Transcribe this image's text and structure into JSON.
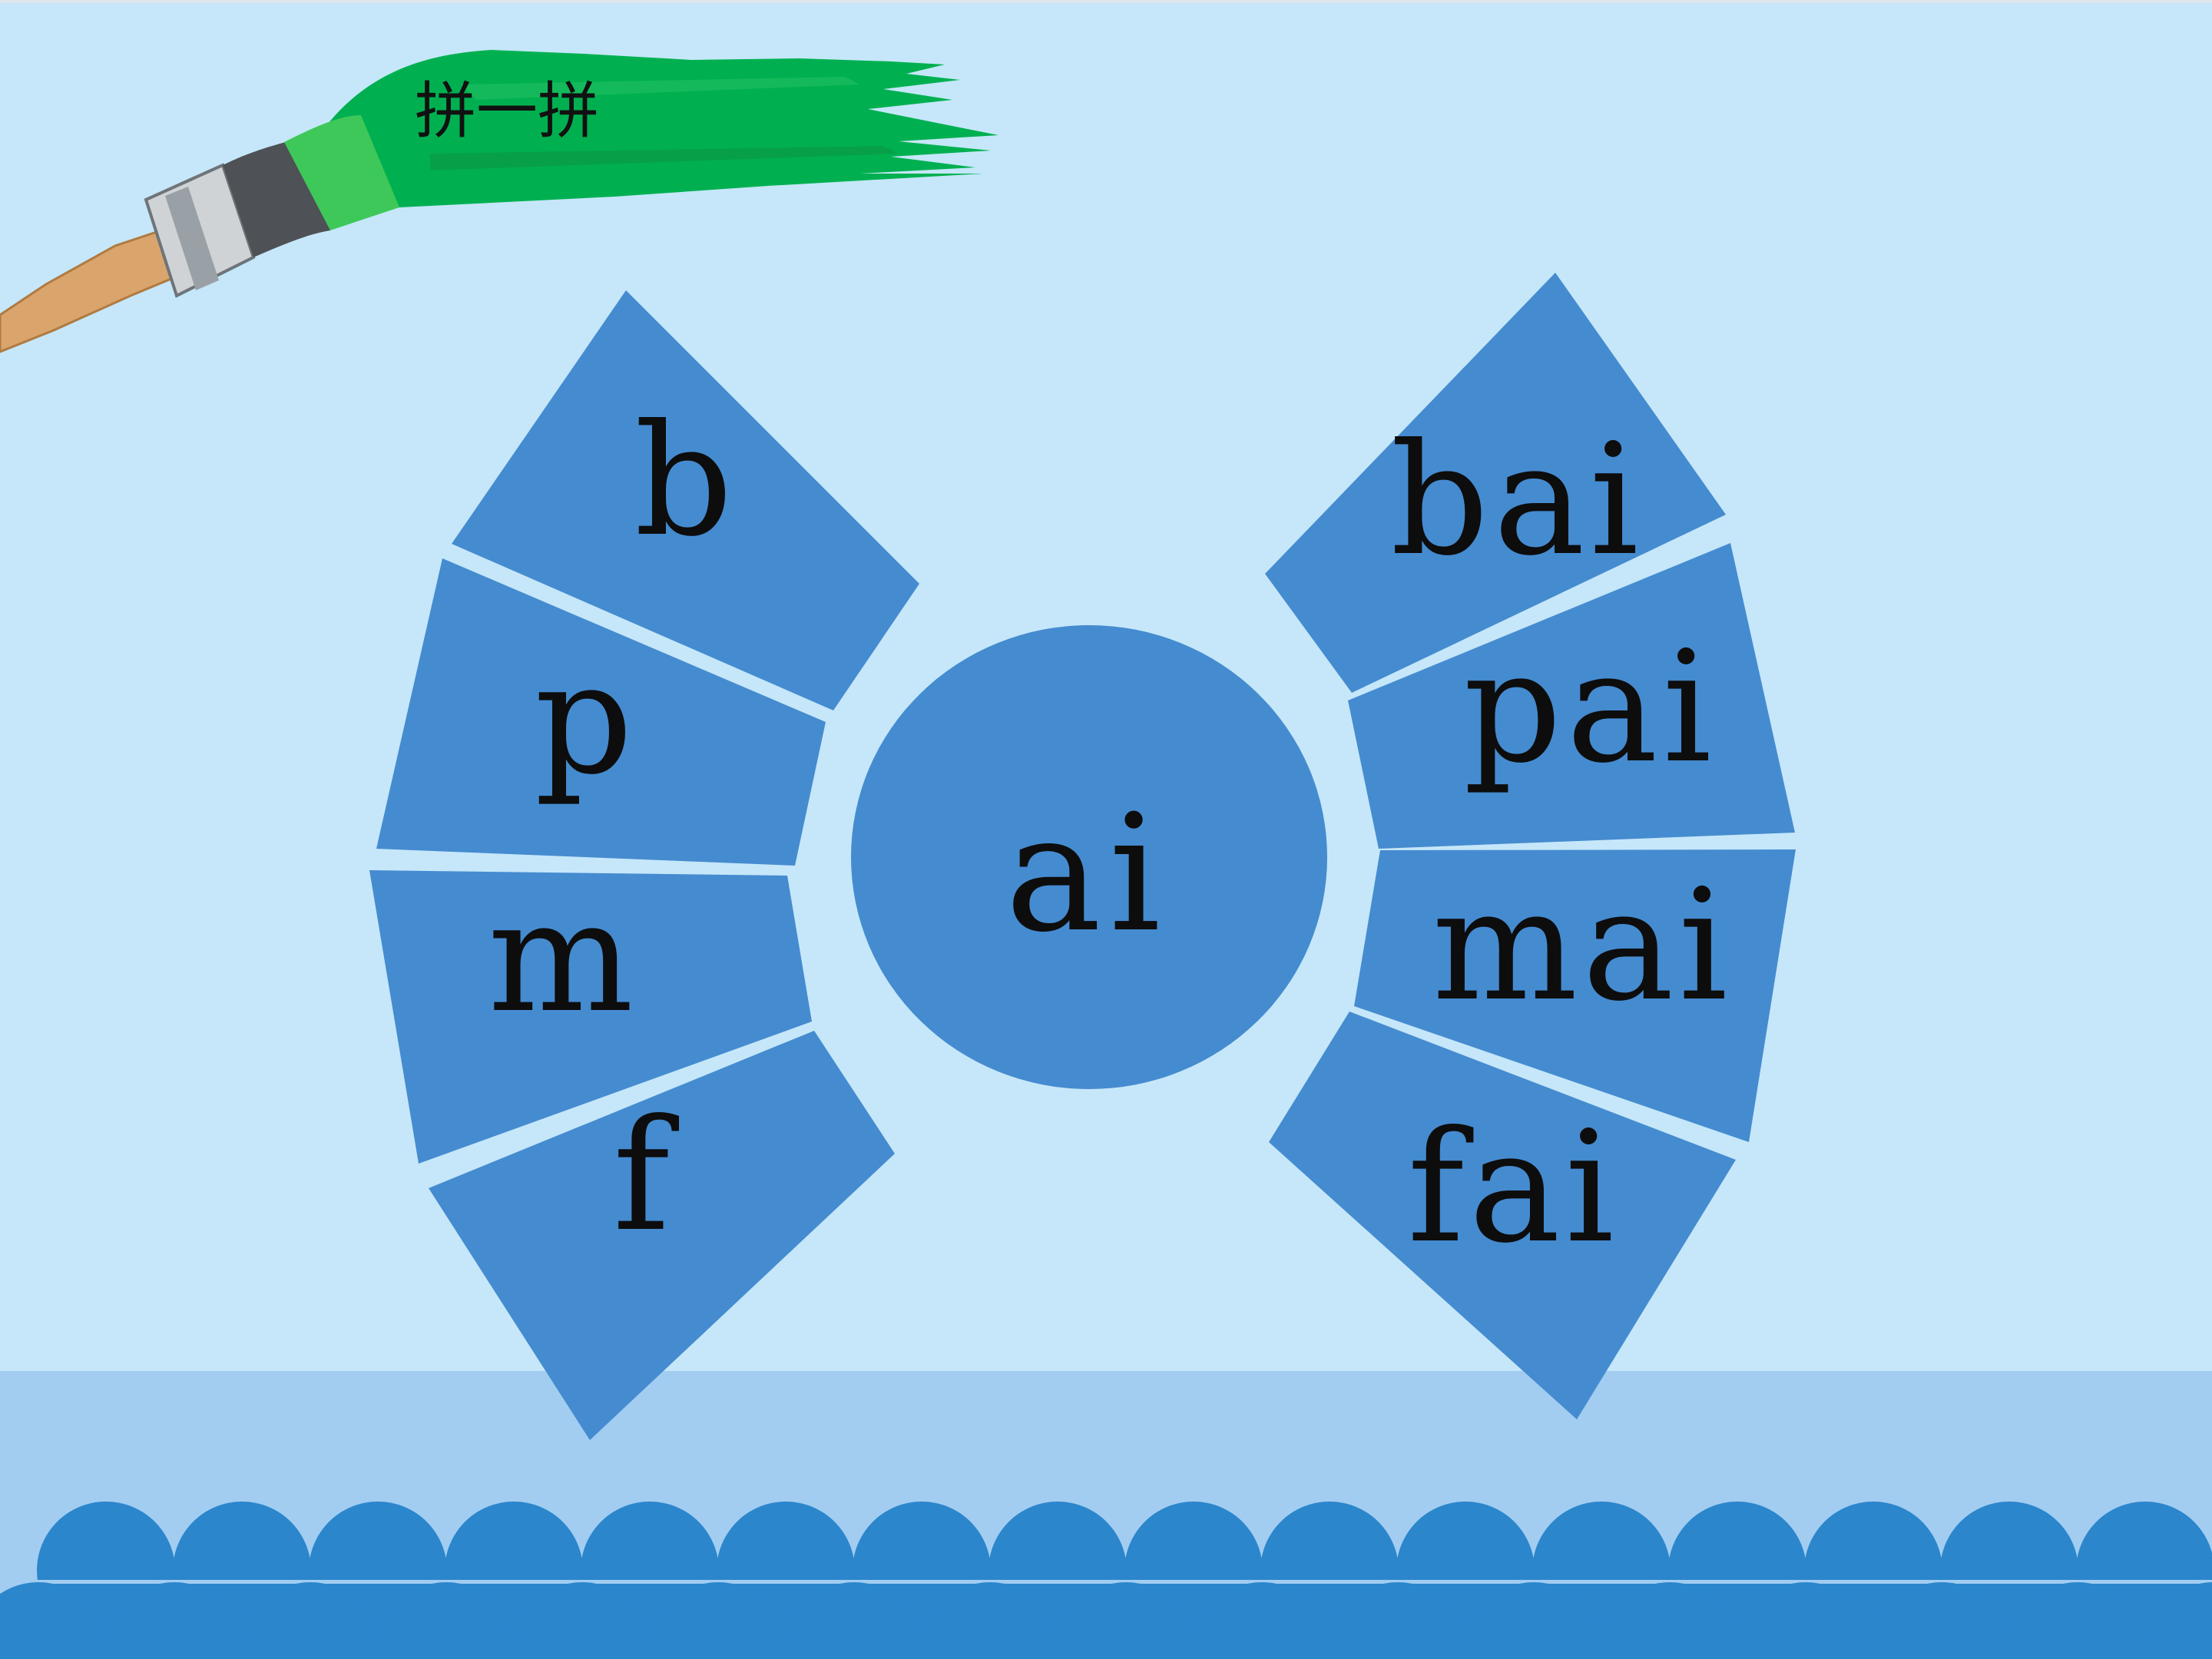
{
  "title": "拼一拼",
  "center_final": "ai",
  "initials": [
    "b",
    "p",
    "m",
    "f"
  ],
  "syllables": [
    "bai",
    "pai",
    "mai",
    "fai"
  ],
  "colors": {
    "background": "#c5e7f9",
    "tile": "#458bd0",
    "ground": "#a2cdf1",
    "waves": "#2b86cc",
    "brush_paint": "#00b050"
  },
  "icons": {
    "brush": "paintbrush-icon"
  }
}
